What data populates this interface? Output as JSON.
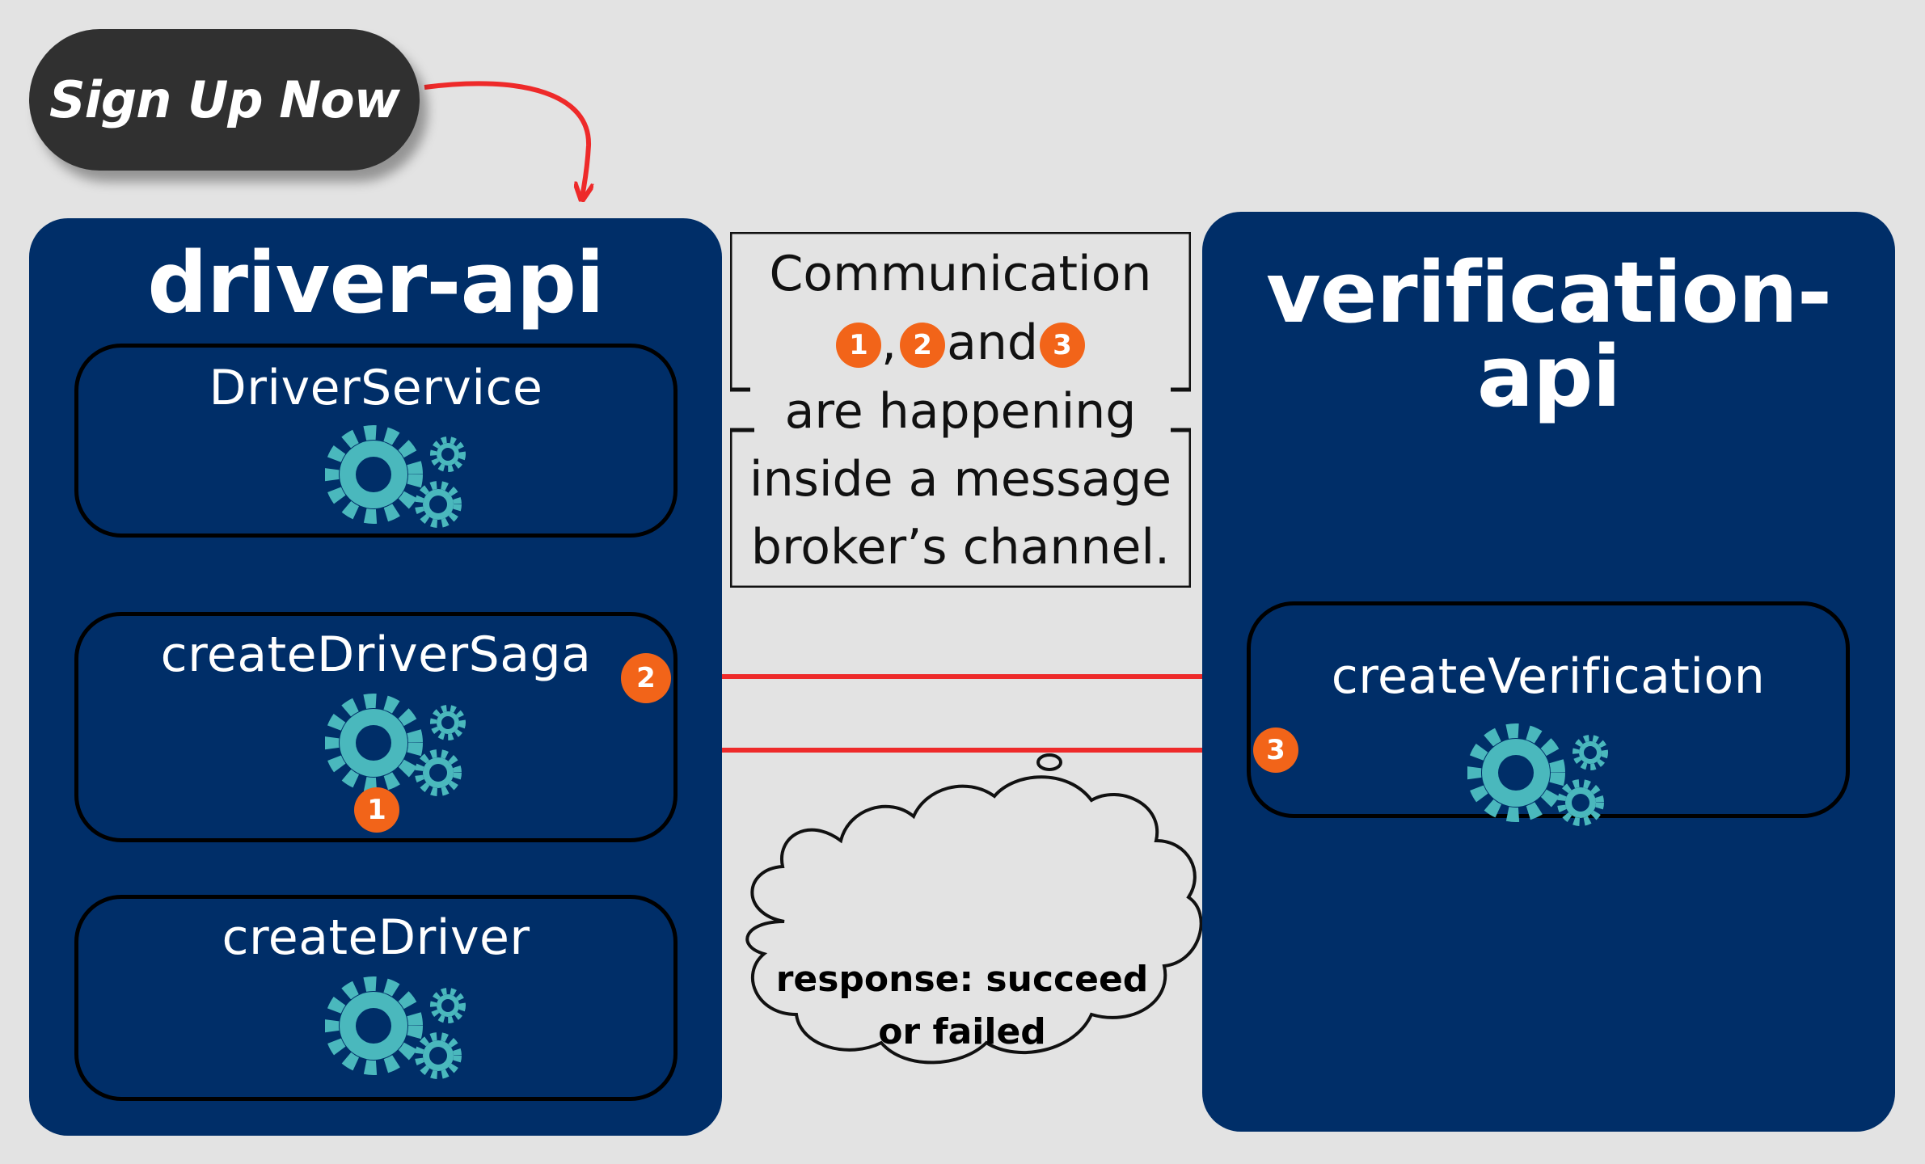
{
  "signup_button": {
    "label": "Sign Up Now"
  },
  "driver_api": {
    "title": "driver-api",
    "services": [
      {
        "label": "DriverService",
        "icon": "gears-icon"
      },
      {
        "label": "createDriverSaga",
        "icon": "gears-icon"
      },
      {
        "label": "createDriver",
        "icon": "gears-icon"
      }
    ]
  },
  "verification_api": {
    "title": "verification-api",
    "services": [
      {
        "label": "createVerification",
        "icon": "gears-icon"
      }
    ]
  },
  "note": {
    "line1": "Communication",
    "badges": [
      "1",
      "2",
      "3"
    ],
    "comma": ",",
    "and": "and",
    "line3": "are happening",
    "line4": "inside a message",
    "line5": "broker’s channel."
  },
  "step_badges": {
    "step1": "1",
    "step2": "2",
    "step3": "3"
  },
  "thought": {
    "line1": "response: succeed",
    "line2": "or failed"
  },
  "colors": {
    "background": "#e3e3e3",
    "panel": "#002e68",
    "arrow": "#ee2a2a",
    "badge": "#f26419",
    "gear": "#4ab8bd",
    "signup": "#303030"
  }
}
